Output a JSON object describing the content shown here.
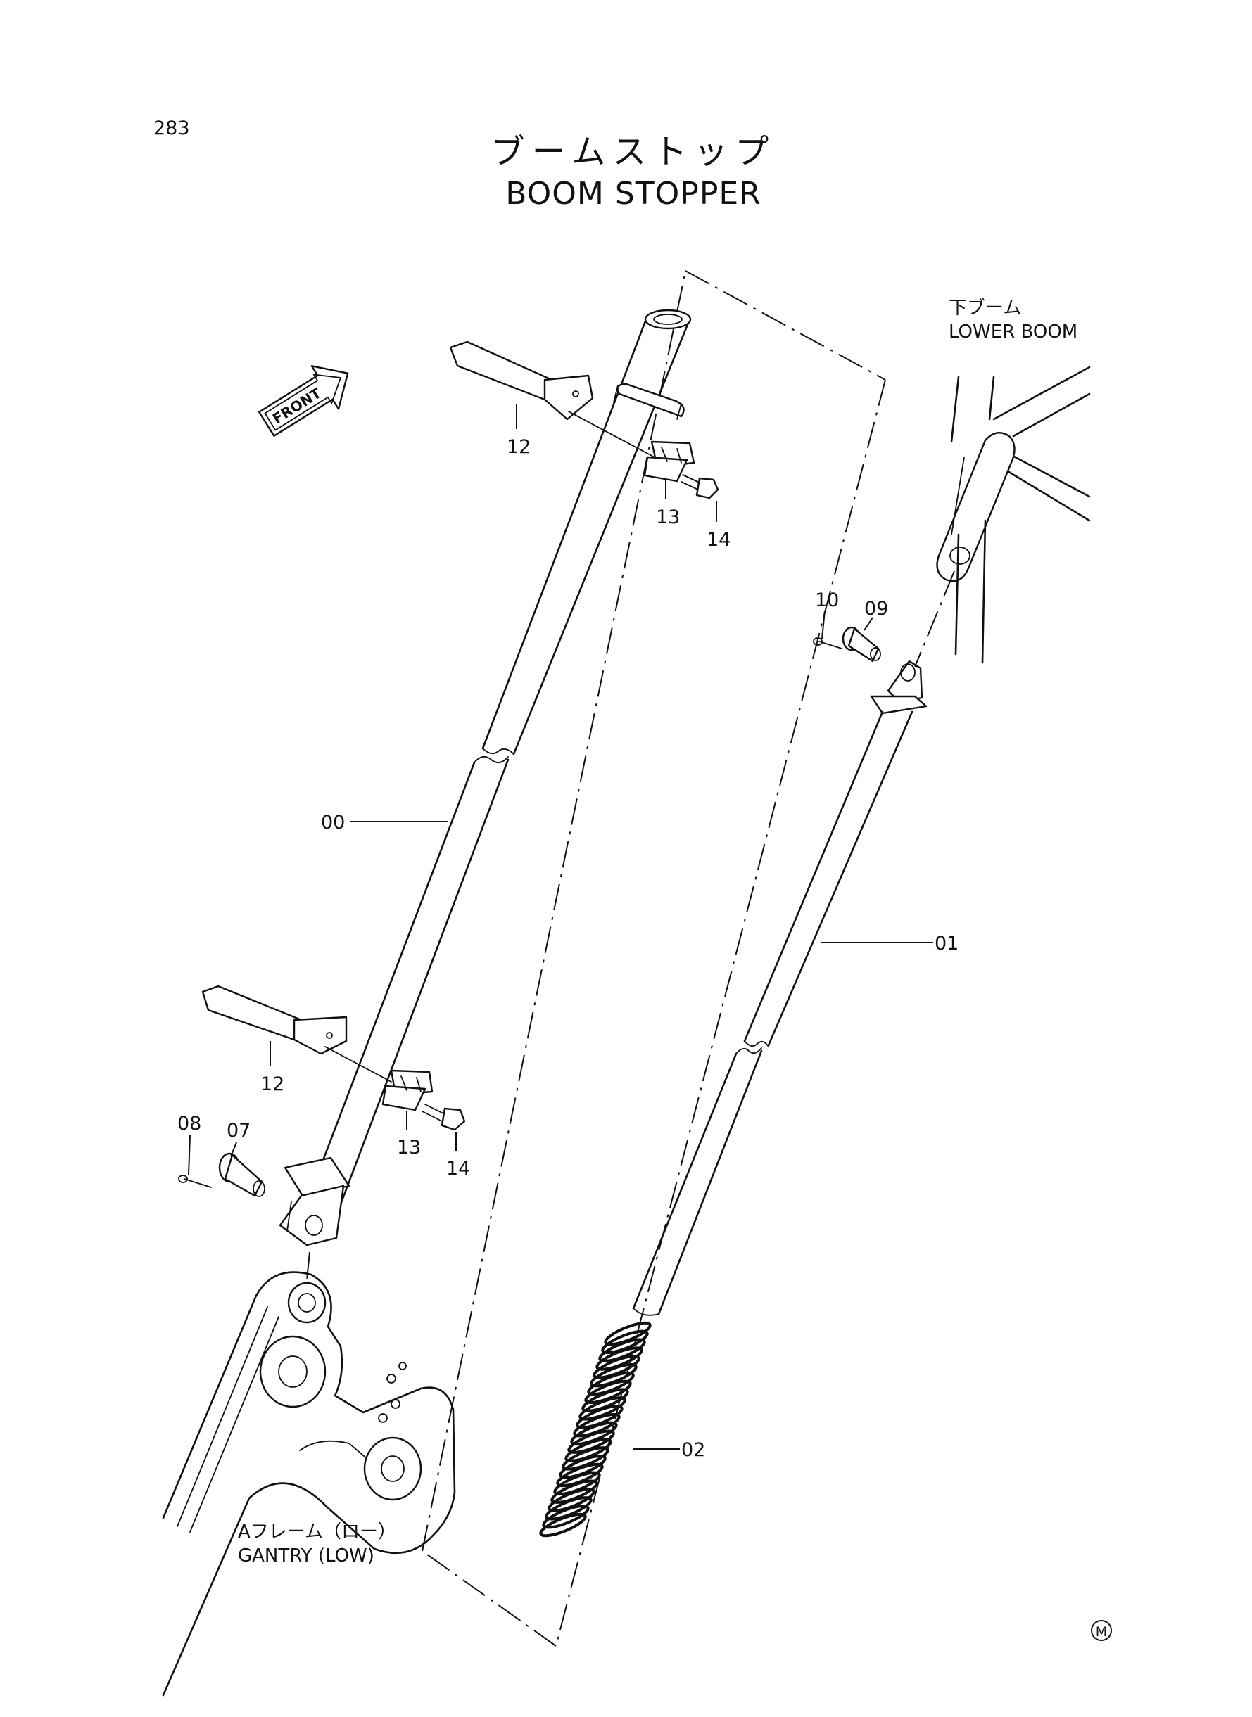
{
  "page_number": "283",
  "title": {
    "japanese": "ブームストップ",
    "english": "BOOM STOPPER"
  },
  "direction_arrow": {
    "label": "FRONT",
    "icon": "front-arrow-icon"
  },
  "references": [
    {
      "id": "lower-boom",
      "japanese": "下ブーム",
      "english": "LOWER BOOM"
    },
    {
      "id": "gantry-low",
      "japanese": "Aフレーム（ロー）",
      "english": "GANTRY (LOW)"
    }
  ],
  "callouts": [
    {
      "id": "callout-00",
      "label": "00"
    },
    {
      "id": "callout-01",
      "label": "01"
    },
    {
      "id": "callout-02",
      "label": "02"
    },
    {
      "id": "callout-07",
      "label": "07"
    },
    {
      "id": "callout-08",
      "label": "08"
    },
    {
      "id": "callout-09",
      "label": "09"
    },
    {
      "id": "callout-10",
      "label": "10"
    },
    {
      "id": "callout-12-upper",
      "label": "12"
    },
    {
      "id": "callout-13-upper",
      "label": "13"
    },
    {
      "id": "callout-14-upper",
      "label": "14"
    },
    {
      "id": "callout-12-lower",
      "label": "12"
    },
    {
      "id": "callout-13-lower",
      "label": "13"
    },
    {
      "id": "callout-14-lower",
      "label": "14"
    }
  ],
  "mark": "M"
}
